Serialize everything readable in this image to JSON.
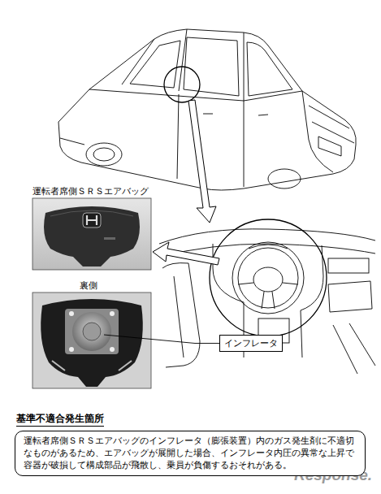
{
  "diagram": {
    "nodes": [
      {
        "text": [
          "インフレータ"
        ]
      },
      {
        "text": [
          "基準不適合発生箇所",
          "運転者席側ＳＲＳエアバッグのインフレータ（膨張装置）内のガス発生剤に不適切なものがあるため、エアバッグが展開した場合、インフレータ内圧の異常な上昇で容器が破損して構成部品が飛散し、乗員が負傷するおそれがある。"
        ]
      }
    ],
    "labels": [
      "運転者席側ＳＲＳエアバッグ",
      "裏側",
      "Response."
    ]
  }
}
